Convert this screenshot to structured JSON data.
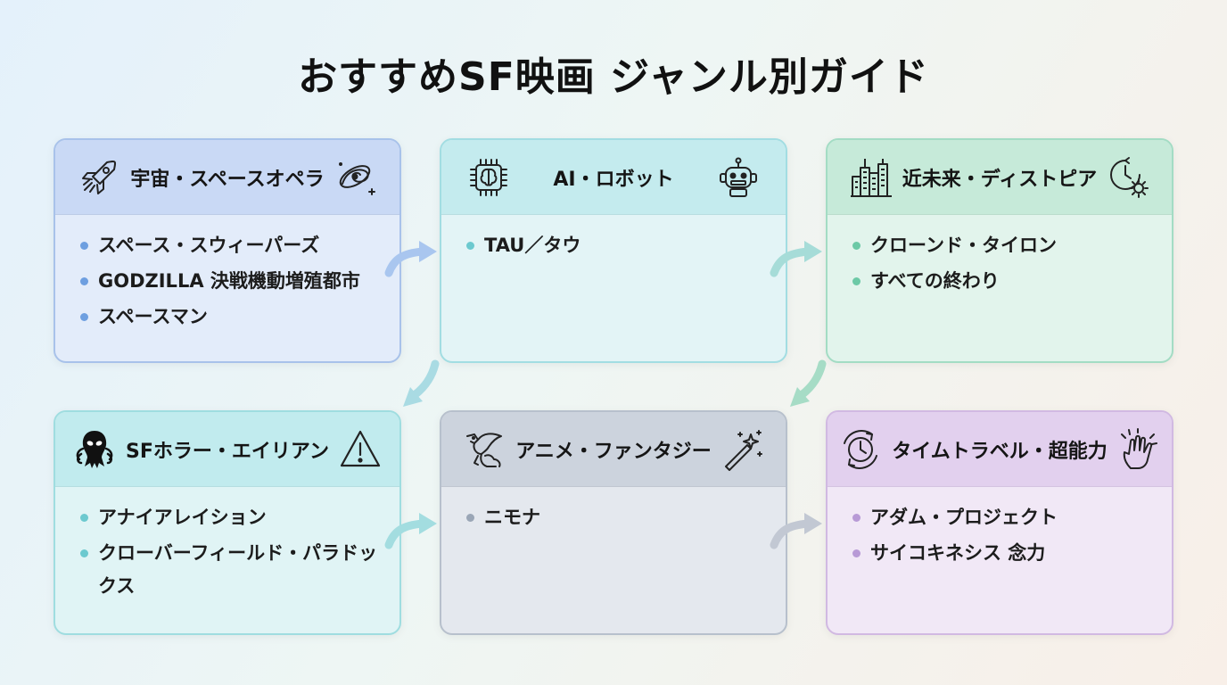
{
  "title": "おすすめSF映画 ジャンル別ガイド",
  "colors": {
    "blue": "#6e9fe0",
    "teal": "#6cc9cf",
    "green": "#6cc9a6",
    "cyan": "#6cc9cf",
    "gray": "#9aa6b6",
    "purple": "#b89ad6"
  },
  "cards": [
    {
      "title": "宇宙・スペースオペラ",
      "icon_left": "rocket-icon",
      "icon_right": "galaxy-icon",
      "items": [
        "スペース・スウィーパーズ",
        "GODZILLA 決戦機動増殖都市",
        "スペースマン"
      ]
    },
    {
      "title": "AI・ロボット",
      "icon_left": "brain-chip-icon",
      "icon_right": "robot-icon",
      "items": [
        "TAU／タウ"
      ]
    },
    {
      "title": "近未来・ディストピア",
      "icon_left": "city-icon",
      "icon_right": "clock-gear-icon",
      "items": [
        "クローンド・タイロン",
        "すべての終わり"
      ]
    },
    {
      "title": "SFホラー・エイリアン",
      "icon_left": "alien-icon",
      "icon_right": "warning-icon",
      "items": [
        "アナイアレイション",
        "クローバーフィールド・パラドックス"
      ]
    },
    {
      "title": "アニメ・ファンタジー",
      "icon_left": "dragon-icon",
      "icon_right": "magic-wand-icon",
      "items": [
        "ニモナ"
      ]
    },
    {
      "title": "タイムトラベル・超能力",
      "icon_left": "time-travel-clock-icon",
      "icon_right": "psychic-hand-icon",
      "items": [
        "アダム・プロジェクト",
        "サイコキネシス 念力"
      ]
    }
  ]
}
